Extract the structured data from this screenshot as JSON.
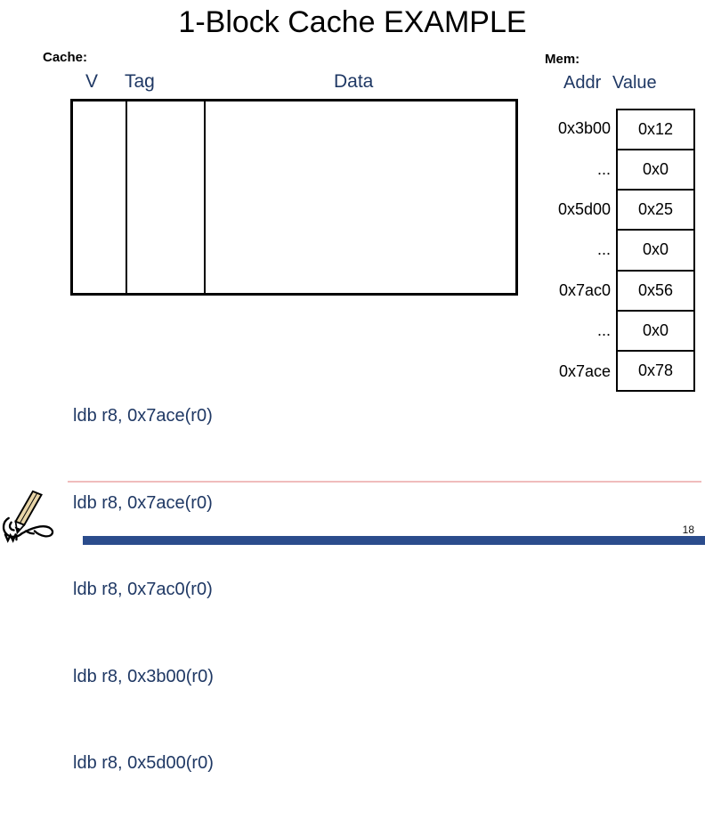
{
  "slide": {
    "title": "1-Block Cache EXAMPLE",
    "page_number": "18"
  },
  "cache": {
    "label": "Cache:",
    "headers": {
      "v": "V",
      "tag": "Tag",
      "data": "Data"
    }
  },
  "mem": {
    "label": "Mem:",
    "headers": {
      "addr": "Addr",
      "value": "Value"
    },
    "rows": [
      {
        "addr": "0x3b00",
        "value": "0x12"
      },
      {
        "addr": "...",
        "value": "0x0"
      },
      {
        "addr": "0x5d00",
        "value": "0x25"
      },
      {
        "addr": "...",
        "value": "0x0"
      },
      {
        "addr": "0x7ac0",
        "value": "0x56"
      },
      {
        "addr": "...",
        "value": "0x0"
      },
      {
        "addr": "0x7ace",
        "value": "0x78"
      }
    ]
  },
  "code": {
    "lines": [
      "ldb r8, 0x7ace(r0)",
      "ldb r8, 0x7ace(r0)",
      "ldb r8, 0x7ac0(r0)",
      "ldb r8, 0x3b00(r0)",
      "ldb r8, 0x5d00(r0)"
    ]
  },
  "icons": {
    "hand": "writing-hand-icon"
  },
  "colors": {
    "navy_text": "#1f3864",
    "footer_bar": "#2b4c8c",
    "divider_line": "#f0bcbc",
    "pencil_tan": "#e8d5a8"
  }
}
